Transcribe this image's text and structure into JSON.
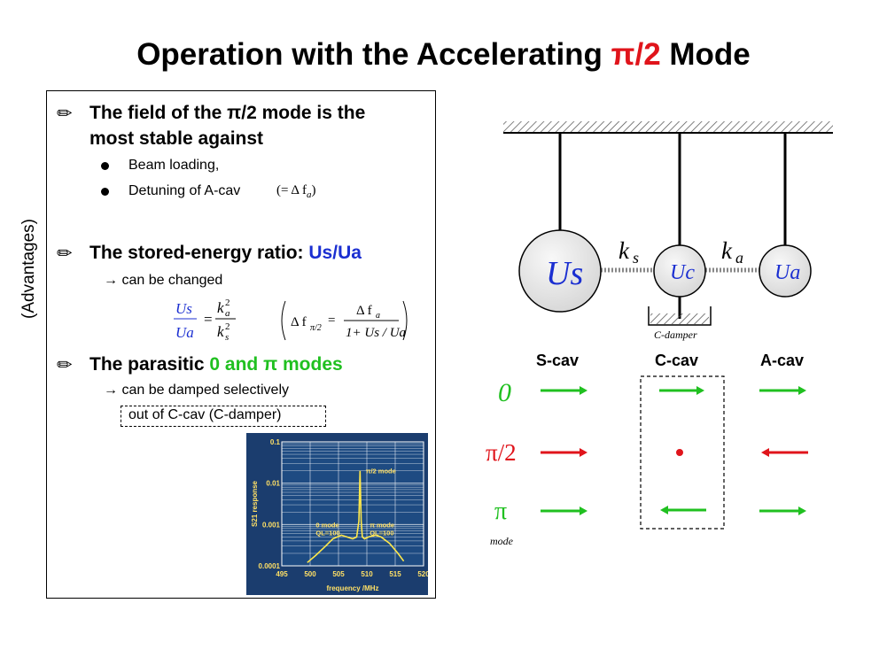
{
  "title": {
    "prefix": "Operation with the Accelerating ",
    "pi": "π/2",
    "suffix": " Mode"
  },
  "sidebar_label": "(Advantages)",
  "bullets": {
    "b1_line1": "The field of the π/2 mode is the",
    "b1_line2": "most stable against",
    "b1_sub1": "Beam loading,",
    "b1_sub2": "Detuning of A-cav",
    "b1_sub2_math": "(= Δ f",
    "b1_sub2_sub": "a",
    "b1_sub2_close": ")",
    "b2_prefix": "The stored-energy ratio: ",
    "b2_highlight": "Us/Ua",
    "b2_arrow_text": "→  can be changed",
    "b3_prefix": "The parasitic ",
    "b3_highlight": "0 and  π  modes",
    "b3_arrow_text": "→  can be damped selectively",
    "b3_dashed": "out of C-cav  (C-damper)"
  },
  "formula": {
    "us": "Us",
    "ua": "Ua",
    "eq": "=",
    "ka2": "k",
    "ka_sup": "2",
    "ka_sub": "a",
    "ks2": "k",
    "ks_sup": "2",
    "ks_sub": "s",
    "df_left": "Δ f",
    "df_sub": "π/2",
    "df_num": "Δ f",
    "df_num_sub": "a",
    "df_den": "1+ Us / Ua"
  },
  "chart_data": {
    "type": "line",
    "title": "",
    "xlabel": "frequency /MHz",
    "ylabel": "S21 response",
    "xlim": [
      495,
      520
    ],
    "ylim": [
      0.0001,
      0.1
    ],
    "yscale": "log",
    "x_ticks": [
      "495",
      "500",
      "505",
      "510",
      "515",
      "520"
    ],
    "y_ticks": [
      "0.0001",
      "0.001",
      "0.01",
      "0.1"
    ],
    "annotations": [
      "π/2 mode",
      "0 mode",
      "QL=100",
      "π mode",
      "QL=100"
    ],
    "series": [
      {
        "x": [
          499.5,
          501,
          502.5,
          504,
          505.5,
          506.5,
          507.5,
          508.2,
          508.6,
          508.8,
          509,
          509.2,
          509.6,
          510.3,
          511.5,
          512.5,
          514,
          515.5,
          516.5
        ],
        "y": [
          0.00012,
          0.00018,
          0.00028,
          0.00045,
          0.00055,
          0.0005,
          0.00045,
          0.0005,
          0.0012,
          0.02,
          0.0012,
          0.0005,
          0.00045,
          0.0005,
          0.00055,
          0.0005,
          0.00035,
          0.0002,
          0.00013
        ]
      }
    ]
  },
  "diagram": {
    "us": "Us",
    "uc": "Uc",
    "ua": "Ua",
    "ks": "k",
    "ks_sub": "s",
    "ka": "k",
    "ka_sub": "a",
    "damper": "C-damper",
    "col_s": "S-cav",
    "col_c": "C-cav",
    "col_a": "A-cav",
    "row0": "0",
    "row_pi2": "π/2",
    "row_pi": "π",
    "mode": "mode",
    "colors": {
      "green": "#20c020",
      "red": "#e0141b",
      "blue_formula": "#1b2fd1"
    }
  }
}
